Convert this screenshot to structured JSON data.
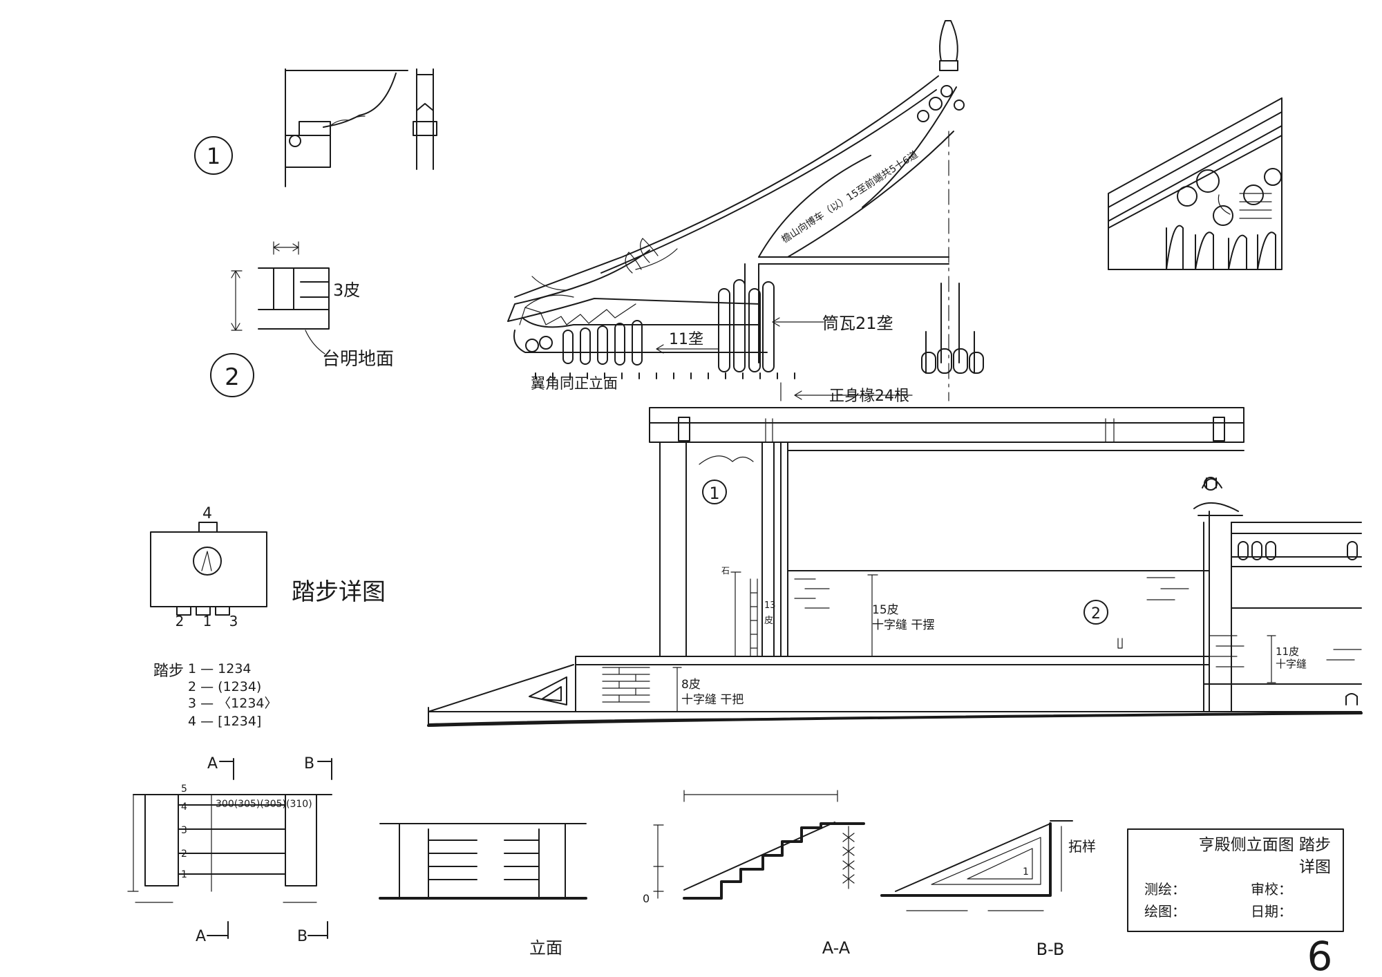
{
  "roof": {
    "ridge_note": "檐山向博车（以）15至前端共5十6道",
    "tube_tiles": "筒瓦21垄",
    "corner_tiles": "11垄",
    "corner_note": "翼角同正立面",
    "rafters": "正身椽24根"
  },
  "detail1": {
    "marker": "1"
  },
  "detail2": {
    "marker": "2",
    "course": "3皮",
    "ground": "台明地面"
  },
  "plan": {
    "title": "踏步详图",
    "top_num": "4",
    "bottom_nums": [
      "2",
      "1",
      "3"
    ],
    "marker": "A",
    "steps_header": "踏步",
    "steps": [
      "1 — 1234",
      "2 — (1234)",
      "3 — 〈1234〉",
      "4 — [1234]"
    ]
  },
  "elevation": {
    "callout1": "1",
    "callout2": "2",
    "stone": "石",
    "wall13_a": "13",
    "wall13_b": "皮",
    "wall15_a": "15皮",
    "wall15_b": "十字缝 干摆",
    "base8_a": "8皮",
    "base8_b": "十字缝 干把",
    "right11_a": "11皮",
    "right11_b": "十字缝"
  },
  "stairplan": {
    "sec_a": "A",
    "sec_b": "B",
    "steps": [
      "5",
      "4",
      "3",
      "2",
      "1"
    ],
    "dims": "300(305)(305)(310)"
  },
  "sections": {
    "elev_label": "立面",
    "aa_label": "A-A",
    "bb_label": "B-B",
    "bb_note": "拓样",
    "zero": "0",
    "one": "1"
  },
  "titleblock": {
    "title1": "亨殿侧立面图 踏步",
    "title2": "详图",
    "survey": "测绘：",
    "check": "审校：",
    "draw": "绘图：",
    "date": "日期："
  },
  "sheet_number": "6"
}
